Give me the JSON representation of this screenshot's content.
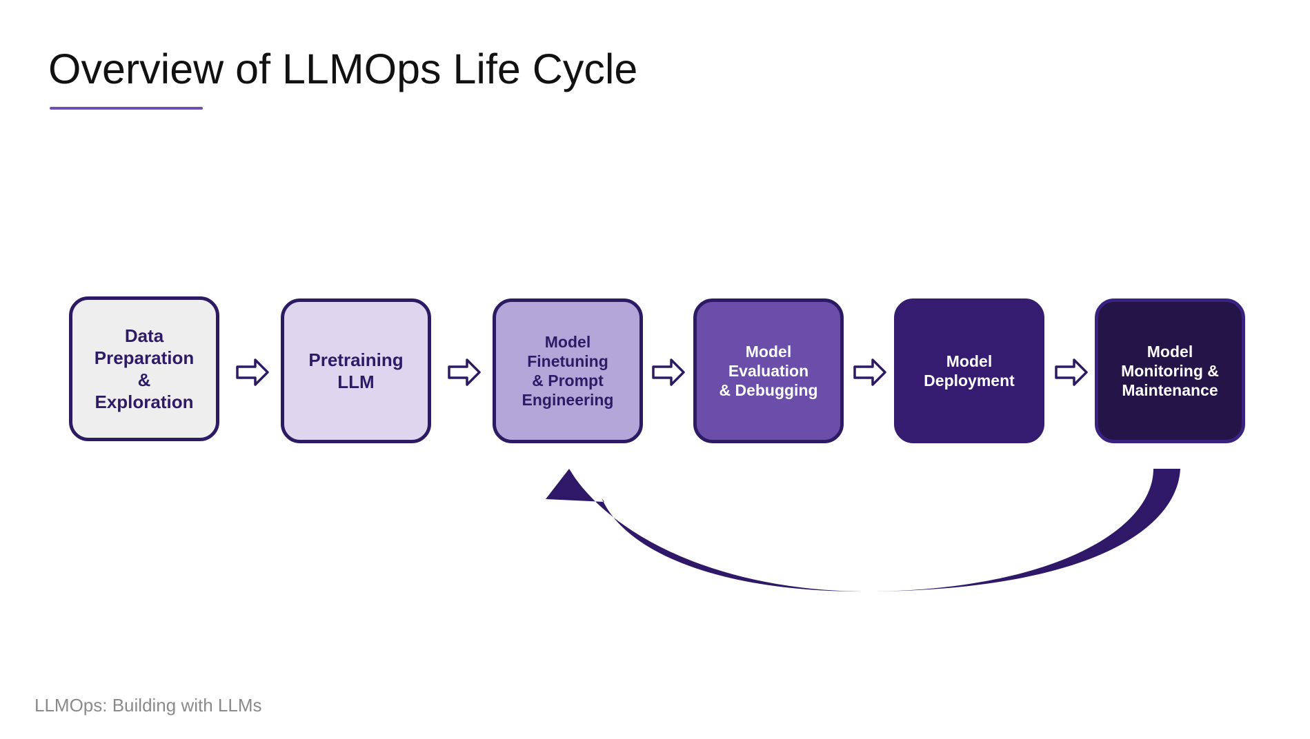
{
  "slide": {
    "title": "Overview of LLMOps Life Cycle",
    "footer": "LLMOps: Building with LLMs"
  },
  "stages": [
    {
      "label": "Data\nPreparation\n&\nExploration"
    },
    {
      "label": "Pretraining\nLLM"
    },
    {
      "label": "Model\nFinetuning\n& Prompt\nEngineering"
    },
    {
      "label": "Model\nEvaluation\n& Debugging"
    },
    {
      "label": "Model\nDeployment"
    },
    {
      "label": "Model\nMonitoring &\nMaintenance"
    }
  ],
  "colors": {
    "accent": "#6d4fb3",
    "outline": "#2c1a63",
    "feedback_arrow": "#2f1868"
  },
  "feedback_loop": {
    "from_stage": "Model\nMonitoring &\nMaintenance",
    "to_stage": "Model\nFinetuning\n& Prompt\nEngineering"
  }
}
